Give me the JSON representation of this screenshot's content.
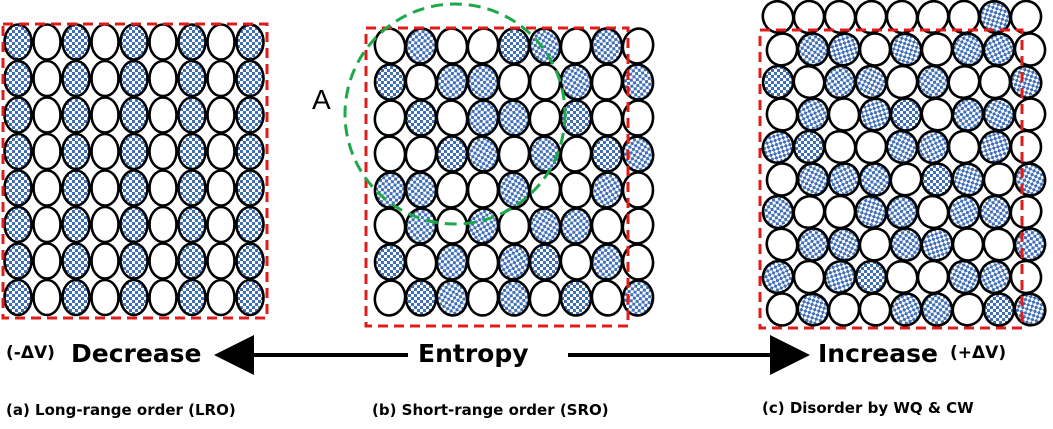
{
  "colors": {
    "atom_outline": "#000000",
    "solute_fill_a": "#3f6fb8",
    "solute_fill_b": "#ffffff",
    "boundary": "#e01b1b",
    "circle_highlight": "#1fa84a"
  },
  "labels": {
    "left_sign": "(-ΔV)",
    "left_word": "Decrease",
    "center_word": "Entropy",
    "right_word": "Increase",
    "right_sign": "(+ΔV)",
    "region_marker": "A"
  },
  "panels": [
    {
      "caption": "(a) Long-range order (LRO)"
    },
    {
      "caption": "(b) Short-range order (SRO)"
    },
    {
      "caption": "(c) Disorder by WQ  & CW"
    }
  ]
}
